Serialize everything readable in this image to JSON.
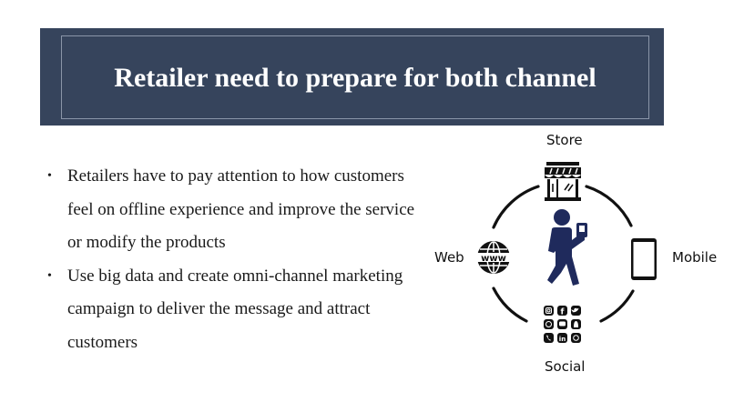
{
  "slide": {
    "title": "Retailer need to prepare for both channel",
    "header_color": "#36445c",
    "bullets": [
      {
        "lines": [
          "Retailers have to pay attention to how customers",
          "feel on offline experience and improve the service",
          "or modify the products"
        ]
      },
      {
        "lines": [
          "Use big data and create omni-channel  marketing",
          "campaign to deliver the message  and attract",
          "customers"
        ]
      }
    ],
    "bullet_glyph": "•"
  },
  "diagram": {
    "center_icon": "person-walking-with-phone-icon",
    "center_color": "#1f2a5c",
    "nodes": {
      "top": {
        "label": "Store",
        "icon": "storefront-icon"
      },
      "left": {
        "label": "Web",
        "icon": "globe-www-icon"
      },
      "right": {
        "label": "Mobile",
        "icon": "smartphone-icon"
      },
      "bottom": {
        "label": "Social",
        "icon": "social-media-grid-icon",
        "social_icons": [
          "instagram",
          "facebook",
          "twitter",
          "whatsapp",
          "youtube",
          "snapchat",
          "phone",
          "linkedin",
          "pinterest"
        ]
      }
    }
  }
}
